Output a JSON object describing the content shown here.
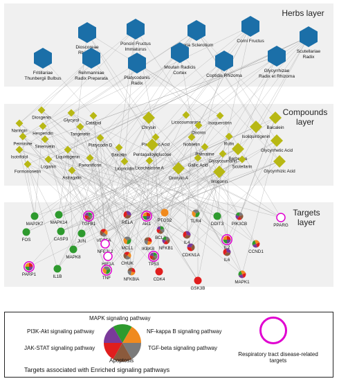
{
  "layers": {
    "herbs": "Herbs layer",
    "compounds": "Compounds\nlayer",
    "targets": "Targets\nlayer"
  },
  "herbs": [
    {
      "id": "h1",
      "label": "Dioscoreae Rhizoma"
    },
    {
      "id": "h2",
      "label": "Ponciri Fructus Immaturus"
    },
    {
      "id": "h3",
      "label": "Poria Sclerotium"
    },
    {
      "id": "h4",
      "label": "Corni Fructus"
    },
    {
      "id": "h5",
      "label": "Scutellariae Radix"
    },
    {
      "id": "h6",
      "label": "Fritillariae Thunbergii Bulbus"
    },
    {
      "id": "h7",
      "label": "Rehmanniae Radix Preparata"
    },
    {
      "id": "h8",
      "label": "Platycodonis Radix"
    },
    {
      "id": "h9",
      "label": "Moutan Radicis Cortex"
    },
    {
      "id": "h10",
      "label": "Coptidis Rhizoma"
    },
    {
      "id": "h11",
      "label": "Glycyrrhizae Radix et Rhizoma"
    }
  ],
  "compounds": [
    {
      "id": "c1",
      "label": "Diosgenin"
    },
    {
      "id": "c2",
      "label": "Glycyrol"
    },
    {
      "id": "c3",
      "label": "Catalpol"
    },
    {
      "id": "c4",
      "label": "Chrysin"
    },
    {
      "id": "c5",
      "label": "Licocoumarone"
    },
    {
      "id": "c6",
      "label": "Isoquercitrin"
    },
    {
      "id": "c7",
      "label": "Baicalein"
    },
    {
      "id": "c8",
      "label": "Naringin"
    },
    {
      "id": "c9",
      "label": "Hesperidin"
    },
    {
      "id": "c10",
      "label": "Tangeretin"
    },
    {
      "id": "c11",
      "label": "Ononin"
    },
    {
      "id": "c12",
      "label": "Isoliquiritigenin"
    },
    {
      "id": "c13",
      "label": "Peiminine"
    },
    {
      "id": "c14",
      "label": "Sinensetin"
    },
    {
      "id": "c15",
      "label": "Platycodin D"
    },
    {
      "id": "c16",
      "label": "Pachymic Acid"
    },
    {
      "id": "c17",
      "label": "Nobiletin"
    },
    {
      "id": "c18",
      "label": "Rutin"
    },
    {
      "id": "c19",
      "label": "Glycyrrhetic Acid"
    },
    {
      "id": "c20",
      "label": "Isotrifolol"
    },
    {
      "id": "c21",
      "label": "Liquiritigenin"
    },
    {
      "id": "c22",
      "label": "Baicalin"
    },
    {
      "id": "c23",
      "label": "Pentagalloylglucose"
    },
    {
      "id": "c24",
      "label": "Palmatine"
    },
    {
      "id": "c25",
      "label": "Berberine"
    },
    {
      "id": "c26",
      "label": "Glycycoumarin"
    },
    {
      "id": "c27",
      "label": "Formononetin"
    },
    {
      "id": "c28",
      "label": "Loganin"
    },
    {
      "id": "c29",
      "label": "Paeoniflorin"
    },
    {
      "id": "c30",
      "label": "Licoricidin"
    },
    {
      "id": "c31",
      "label": "Licochalcone A"
    },
    {
      "id": "c32",
      "label": "Gallic Acid"
    },
    {
      "id": "c33",
      "label": "Oroxylin A"
    },
    {
      "id": "c34",
      "label": "Wogonin"
    },
    {
      "id": "c35",
      "label": "Scutellarin"
    },
    {
      "id": "c36",
      "label": "Glycyrrhizic Acid"
    },
    {
      "id": "c37",
      "label": "Astragalin"
    }
  ],
  "targets": [
    {
      "id": "t1",
      "label": "MAP2K7",
      "kind": "green",
      "resp": false
    },
    {
      "id": "t2",
      "label": "MAPK14",
      "kind": "green",
      "resp": false
    },
    {
      "id": "t3",
      "label": "TGFB1",
      "kind": "multi",
      "resp": true
    },
    {
      "id": "t4",
      "label": "RELA",
      "kind": "multi",
      "resp": false
    },
    {
      "id": "t5",
      "label": "Akt1",
      "kind": "multi",
      "resp": true
    },
    {
      "id": "t6",
      "label": "PTGS2",
      "kind": "orange",
      "resp": false
    },
    {
      "id": "t7",
      "label": "TLR4",
      "kind": "multi",
      "resp": false
    },
    {
      "id": "t8",
      "label": "DDIT3",
      "kind": "green",
      "resp": false
    },
    {
      "id": "t9",
      "label": "PIK3CB",
      "kind": "multi",
      "resp": false
    },
    {
      "id": "t10",
      "label": "PPARG",
      "kind": "none",
      "resp": true
    },
    {
      "id": "t11",
      "label": "FOS",
      "kind": "green",
      "resp": false
    },
    {
      "id": "t12",
      "label": "CASP3",
      "kind": "green",
      "resp": false
    },
    {
      "id": "t13",
      "label": "JUN",
      "kind": "green",
      "resp": false
    },
    {
      "id": "t14",
      "label": "VEGFA",
      "kind": "multi",
      "resp": false
    },
    {
      "id": "t15",
      "label": "BCL2",
      "kind": "multi",
      "resp": false
    },
    {
      "id": "t16",
      "label": "IL4",
      "kind": "multi",
      "resp": false
    },
    {
      "id": "t17",
      "label": "IL2",
      "kind": "multi",
      "resp": true
    },
    {
      "id": "t18",
      "label": "NFE2L2",
      "kind": "none",
      "resp": true
    },
    {
      "id": "t19",
      "label": "MCL1",
      "kind": "multi",
      "resp": false
    },
    {
      "id": "t20",
      "label": "IKBKB",
      "kind": "multi",
      "resp": false
    },
    {
      "id": "t21",
      "label": "NFKB1",
      "kind": "multi",
      "resp": false
    },
    {
      "id": "t22",
      "label": "CDKN1A",
      "kind": "multi",
      "resp": false
    },
    {
      "id": "t23",
      "label": "CCND1",
      "kind": "multi",
      "resp": false
    },
    {
      "id": "t24",
      "label": "MAPK8",
      "kind": "green",
      "resp": false
    },
    {
      "id": "t25",
      "label": "HIF1A",
      "kind": "none",
      "resp": true
    },
    {
      "id": "t26",
      "label": "CHUK",
      "kind": "multi",
      "resp": false
    },
    {
      "id": "t27",
      "label": "TP53",
      "kind": "multi",
      "resp": true
    },
    {
      "id": "t28",
      "label": "IL6",
      "kind": "multi",
      "resp": false
    },
    {
      "id": "t29",
      "label": "PARP1",
      "kind": "multi",
      "resp": true
    },
    {
      "id": "t30",
      "label": "IL1B",
      "kind": "green",
      "resp": false
    },
    {
      "id": "t31",
      "label": "TNF",
      "kind": "multi",
      "resp": true
    },
    {
      "id": "t32",
      "label": "NFKBIA",
      "kind": "multi",
      "resp": false
    },
    {
      "id": "t33",
      "label": "CDK4",
      "kind": "red",
      "resp": false
    },
    {
      "id": "t34",
      "label": "GSK3B",
      "kind": "red",
      "resp": false
    },
    {
      "id": "t35",
      "label": "MAPK1",
      "kind": "multi",
      "resp": false
    }
  ],
  "legend": {
    "pathways": [
      {
        "label": "MAPK signaling pathway",
        "color": "#2e9a2e"
      },
      {
        "label": "NF-kappa B signaling pathway",
        "color": "#f08a1e"
      },
      {
        "label": "TGF-beta signaling pathway",
        "color": "#7a7a7a"
      },
      {
        "label": "Apoptosis",
        "color": "#8b5a3c"
      },
      {
        "label": "JAK-STAT signaling pathway",
        "color": "#e01e1e"
      },
      {
        "label": "PI3K-Akt signaling pathway",
        "color": "#7a3a9a"
      }
    ],
    "enriched_caption": "Targets associated with Enriched signaling pathways",
    "resp_caption": "Respiratory tract disease-related targets"
  },
  "colors": {
    "herb": "#1b6fa8",
    "compound": "#b8b814",
    "ring": "#e000d0",
    "edge": "#9a9a9a",
    "band": "#efefef"
  }
}
